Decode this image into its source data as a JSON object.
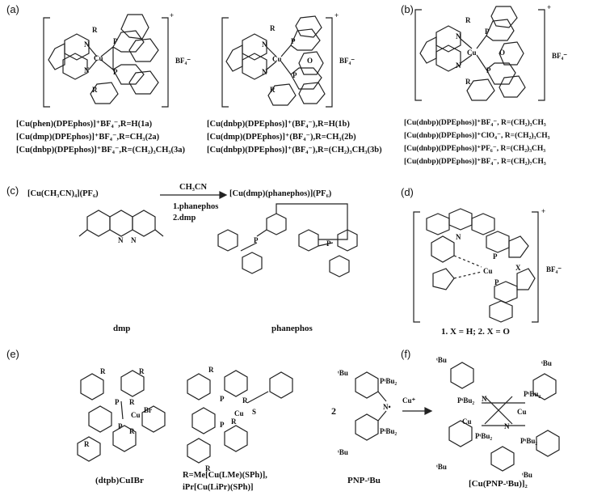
{
  "panels": {
    "a": {
      "tag": "(a)",
      "complex1": {
        "charge": "+",
        "counterion": "BF₄⁻",
        "atoms": {
          "cu": "Cu",
          "p": "P",
          "n": "N",
          "r": "R"
        }
      },
      "complex2": {
        "charge": "+",
        "counterion": "BF₄⁻",
        "atoms": {
          "cu": "Cu",
          "p": "P",
          "o": "O",
          "n": "N",
          "r": "R"
        }
      },
      "labels_left": [
        "[Cu(phen)(DPEphos)]⁺BF₄⁻,R=H(1a)",
        "[Cu(dmp)(DPEphos)]⁺BF₄⁻,R=CH₃(2a)",
        "[Cu(dnbp)(DPEphos)]⁺BF₄⁻,R=(CH₂)₃CH₃(3a)"
      ],
      "labels_right": [
        "[Cu(dnbp)(DPEphos)]⁺(BF₄⁻),R=H(1b)",
        "[Cu(dmp)(DPEphos)]⁺(BF₄⁻),R=CH₃(2b)",
        "[Cu(dnbp)(DPEphos)]⁺(BF₄⁻),R=(CH₂)₃CH₃(3b)"
      ]
    },
    "b": {
      "tag": "(b)",
      "complex": {
        "charge": "+",
        "counterion": "BF₄⁻",
        "atoms": {
          "cu": "Cu",
          "p": "P",
          "o": "O",
          "n": "N",
          "r": "R"
        }
      },
      "labels": [
        "[Cu(dnbp)(DPEphos)]⁺BF₄⁻, R=(CH₂)₃CH₃",
        "[Cu(dnbp)(DPEphos)]⁺ClO₄⁻, R=(CH₂)₃CH₃",
        "[Cu(dnbp)(DPEphos)]⁺PF₆⁻, R=(CH₂)₃CH₃",
        "[Cu(dnbp)(DPEphos)]⁺BF₄⁻, R=(CH₂)₇CH₃"
      ]
    },
    "c": {
      "tag": "(c)",
      "reactant": "[Cu(CH₃CN)₄](PF₆)",
      "solvent": "CH₃CN",
      "step1": "1.phanephos",
      "step2": "2.dmp",
      "product": "[Cu(dmp)(phanephos)](PF₆)",
      "ligand1": "dmp",
      "ligand2": "phanephos",
      "atoms": {
        "n": "N",
        "p": "P"
      }
    },
    "d": {
      "tag": "(d)",
      "charge": "+",
      "counterion": "BF₄⁻",
      "atoms": {
        "cu": "Cu",
        "p": "P",
        "x": "X",
        "n": "N"
      },
      "caption": "1. X = H; 2. X = O"
    },
    "e": {
      "tag": "(e)",
      "complex1_caption": "(dtpb)CuIBr",
      "complex1_atoms": {
        "p": "P",
        "cu": "Cu",
        "br": "Br",
        "r": "R"
      },
      "complex2_caption_line1": "R=Me[Cu(LMe)(SPh)],",
      "complex2_caption_line2": "iPr[Cu(LiPr)(SPh)]",
      "complex2_atoms": {
        "p": "P",
        "cu": "Cu",
        "s": "S",
        "r": "R"
      },
      "ligand_caption": "PNP-ᵗBu",
      "ligand_coefficient": "2",
      "ligand_atoms": {
        "tbu": "ᵗBu",
        "pbu": "PᵗBu₂",
        "n": "N•"
      }
    },
    "f": {
      "tag": "(f)",
      "arrow_label": "Cu⁺",
      "caption": "[Cu(PNP-ᵗBu)]₂",
      "atoms": {
        "tbu": "ᵗBu",
        "pbu": "PᵗBu₂",
        "cu": "Cu",
        "n": "N"
      }
    }
  }
}
